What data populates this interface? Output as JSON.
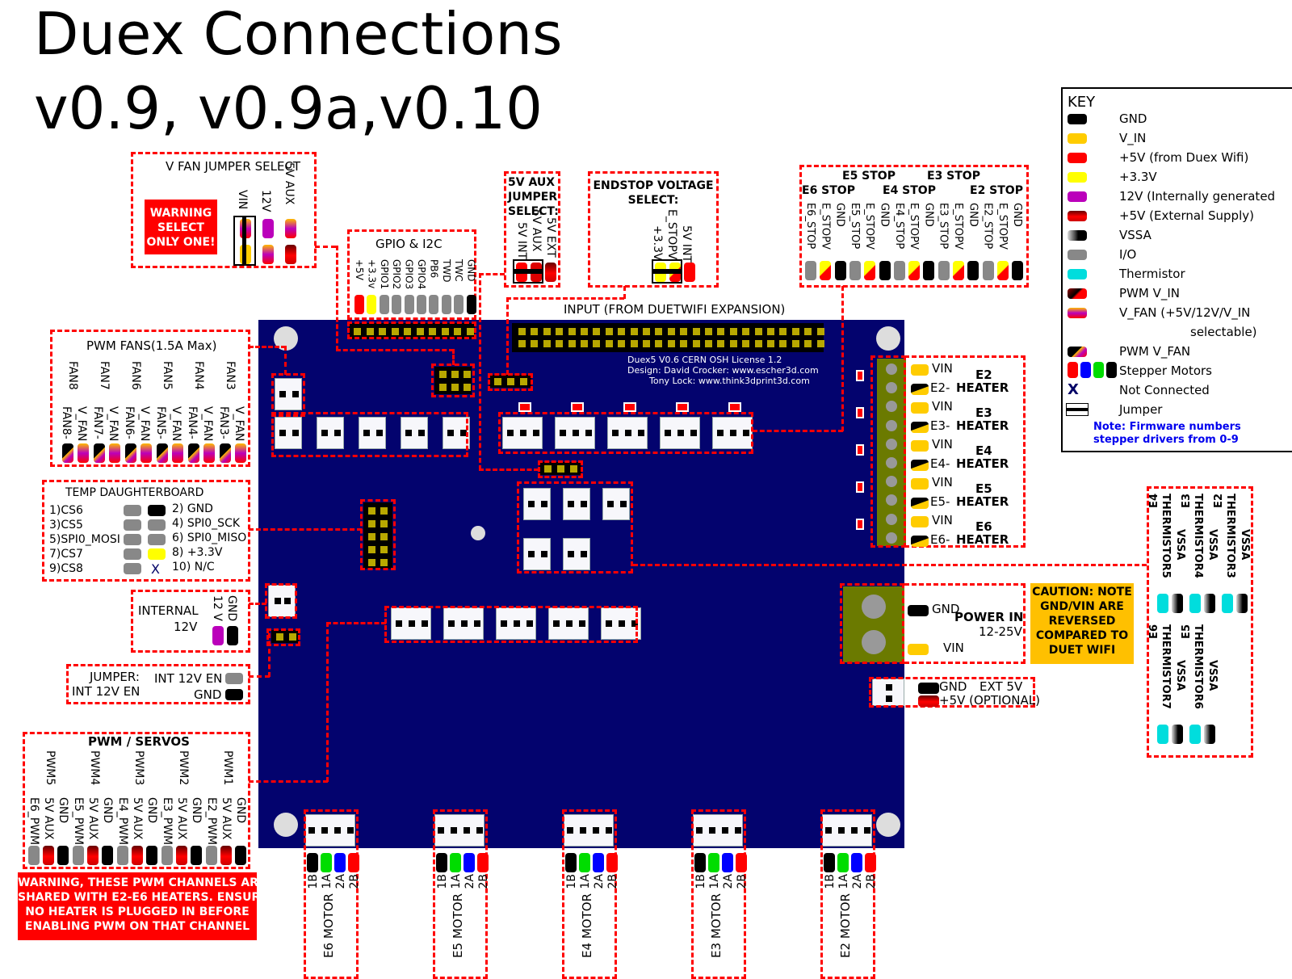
{
  "title": {
    "line1": "Duex Connections",
    "line2": "v0.9, v0.9a,v0.10"
  },
  "key": {
    "heading": "KEY",
    "items": [
      {
        "swatch": "gnd",
        "label": "GND"
      },
      {
        "swatch": "vin",
        "label": "V_IN"
      },
      {
        "swatch": "p5",
        "label": "+5V (from Duex Wifi)"
      },
      {
        "swatch": "p33",
        "label": "+3.3V"
      },
      {
        "swatch": "v12",
        "label": "12V (Internally generated"
      },
      {
        "swatch": "p5ext",
        "label": "+5V (External Supply)"
      },
      {
        "swatch": "vssa",
        "label": "VSSA"
      },
      {
        "swatch": "io",
        "label": "I/O"
      },
      {
        "swatch": "therm",
        "label": "Thermistor"
      },
      {
        "swatch": "pwmvin",
        "label": "PWM V_IN"
      },
      {
        "swatch": "vfan",
        "label": "V_FAN (+5V/12V/V_IN"
      },
      {
        "swatch": "none",
        "label": "selectable)"
      },
      {
        "swatch": "pwmvfan",
        "label": "PWM V_FAN"
      },
      {
        "swatch": "motors",
        "label": "Stepper Motors"
      },
      {
        "swatch": "x",
        "label": "Not Connected"
      },
      {
        "swatch": "jumper",
        "label": "Jumper"
      }
    ],
    "note_line1": "Note: Firmware numbers",
    "note_line2": "stepper drivers from 0-9",
    "note_color": "#0000ee",
    "not_connected_glyph": "X"
  },
  "vfan_select": {
    "title": "V FAN JUMPER SELECT",
    "warning": [
      "WARNING",
      "SELECT",
      "ONLY ONE!"
    ],
    "pins": [
      "VIN",
      "12V",
      "5V AUX"
    ]
  },
  "aux_select": {
    "title": [
      "5V AUX",
      "JUMPER",
      "SELECT:"
    ],
    "pins": [
      "5V INT",
      "5V AUX",
      "5V EXT"
    ]
  },
  "endstop_select": {
    "title": [
      "ENDSTOP VOLTAGE",
      "SELECT:"
    ],
    "pins": [
      "+3.3V",
      "E_STOPV",
      "5V INT"
    ]
  },
  "gpio": {
    "title": "GPIO & I2C",
    "pins": [
      "+5V",
      "+3.3v",
      "GPIO1",
      "GPIO2",
      "GPIO3",
      "GPIO4",
      "PB6",
      "TWD",
      "TWC",
      "GND"
    ]
  },
  "endstops": {
    "headers_top": [
      "E5 STOP",
      "E3 STOP"
    ],
    "headers_bottom": [
      "E6 STOP",
      "E4 STOP",
      "E2 STOP"
    ],
    "groups": [
      [
        "E6_STOP",
        "E_STOPV",
        "GND"
      ],
      [
        "E5_STOP",
        "E_STOPV",
        "GND"
      ],
      [
        "E4_STOP",
        "E_STOPV",
        "GND"
      ],
      [
        "E3_STOP",
        "E_STOPV",
        "GND"
      ],
      [
        "E2_STOP",
        "E_STOPV",
        "GND"
      ]
    ]
  },
  "input_header": {
    "label": "INPUT (FROM DUETWIFI EXPANSION)"
  },
  "silkscreen": {
    "line1": "Duex5 V0.6     CERN OSH License 1.2",
    "line2": "Design: David Crocker: www.escher3d.com",
    "line3": "Tony Lock: www.think3dprint3d.com"
  },
  "pwm_fans": {
    "title": "PWM FANS(1.5A Max)",
    "fans": [
      {
        "name": "FAN8",
        "neg": "FAN8-",
        "pos": "V_FAN"
      },
      {
        "name": "FAN7",
        "neg": "FAN7-",
        "pos": "V_FAN"
      },
      {
        "name": "FAN6",
        "neg": "FAN6-",
        "pos": "V_FAN"
      },
      {
        "name": "FAN5",
        "neg": "FAN5-",
        "pos": "V_FAN"
      },
      {
        "name": "FAN4",
        "neg": "FAN4-",
        "pos": "V_FAN"
      },
      {
        "name": "FAN3",
        "neg": "FAN3-",
        "pos": "V_FAN"
      }
    ]
  },
  "temp_daughterboard": {
    "title": "TEMP  DAUGHTERBOARD",
    "left": [
      "1)CS6",
      "3)CS5",
      "5)SPI0_MOSI",
      "7)CS7",
      "9)CS8"
    ],
    "right": [
      "2) GND",
      "4) SPI0_SCK",
      "6) SPI0_MISO",
      "8) +3.3V",
      "10) N/C"
    ]
  },
  "internal_12v": {
    "label1": "INTERNAL",
    "label2": "12V",
    "pins": [
      "12 V",
      "GND"
    ]
  },
  "int12v_jumper": {
    "label1": "JUMPER:",
    "label2": "INT 12V EN",
    "pins": [
      "INT 12V EN",
      "GND"
    ]
  },
  "pwm_servos": {
    "title": "PWM / SERVOS",
    "channels": [
      {
        "name": "PWM5",
        "pins": [
          "E6_PWM",
          "5V AUX",
          "GND"
        ]
      },
      {
        "name": "PWM4",
        "pins": [
          "E5_PWM",
          "5V AUX",
          "GND"
        ]
      },
      {
        "name": "PWM3",
        "pins": [
          "E4_PWM",
          "5V AUX",
          "GND"
        ]
      },
      {
        "name": "PWM2",
        "pins": [
          "E3_PWM",
          "5V AUX",
          "GND"
        ]
      },
      {
        "name": "PWM1",
        "pins": [
          "E2_PWM",
          "5V AUX",
          "GND"
        ]
      }
    ],
    "warning": [
      "WARNING, THESE PWM CHANNELS ARE",
      "SHARED WITH E2-E6 HEATERS. ENSURE",
      "NO HEATER IS PLUGGED IN BEFORE",
      "ENABLING PWM ON THAT CHANNEL"
    ]
  },
  "heaters": [
    {
      "name": "E2",
      "word": "HEATER",
      "vin": "VIN",
      "neg": "E2-"
    },
    {
      "name": "E3",
      "word": "HEATER",
      "vin": "VIN",
      "neg": "E3-"
    },
    {
      "name": "E4",
      "word": "HEATER",
      "vin": "VIN",
      "neg": "E4-"
    },
    {
      "name": "E5",
      "word": "HEATER",
      "vin": "VIN",
      "neg": "E5-"
    },
    {
      "name": "E6",
      "word": "HEATER",
      "vin": "VIN",
      "neg": "E6-"
    }
  ],
  "power_in": {
    "title": "POWER IN",
    "range": "12-25V",
    "gnd": "GND",
    "vin": "VIN"
  },
  "caution": {
    "lines": [
      "CAUTION: NOTE",
      "GND/VIN ARE",
      "REVERSED",
      "COMPARED TO",
      "DUET WIFI"
    ],
    "color": "#ffc000"
  },
  "ext5v": {
    "gnd": "GND",
    "title": "EXT 5V",
    "pos": "+5V (OPTIONAL)"
  },
  "thermistors": {
    "top": [
      {
        "ename": "E4",
        "therm": "THERMISTOR5",
        "vssa": "VSSA"
      },
      {
        "ename": "E3",
        "therm": "THERMISTOR4",
        "vssa": "VSSA"
      },
      {
        "ename": "E2",
        "therm": "THERMISTOR3",
        "vssa": "VSSA"
      }
    ],
    "bottom": [
      {
        "ename": "E6",
        "therm": "THERMISTOR7",
        "vssa": "VSSA"
      },
      {
        "ename": "E5",
        "therm": "THERMISTOR6",
        "vssa": "VSSA"
      }
    ]
  },
  "motors": [
    {
      "name": "E6 MOTOR",
      "pins": [
        "1B",
        "1A",
        "2A",
        "2B"
      ]
    },
    {
      "name": "E5 MOTOR",
      "pins": [
        "1B",
        "1A",
        "2A",
        "2B"
      ]
    },
    {
      "name": "E4 MOTOR",
      "pins": [
        "1B",
        "1A",
        "2A",
        "2B"
      ]
    },
    {
      "name": "E3 MOTOR",
      "pins": [
        "1B",
        "1A",
        "2A",
        "2B"
      ]
    },
    {
      "name": "E2 MOTOR",
      "pins": [
        "1B",
        "1A",
        "2A",
        "2B"
      ]
    }
  ],
  "colors": {
    "board": "#03036e",
    "callout": "#ff0000",
    "pad": "#b8a800",
    "terminal": "#6b7a00"
  }
}
